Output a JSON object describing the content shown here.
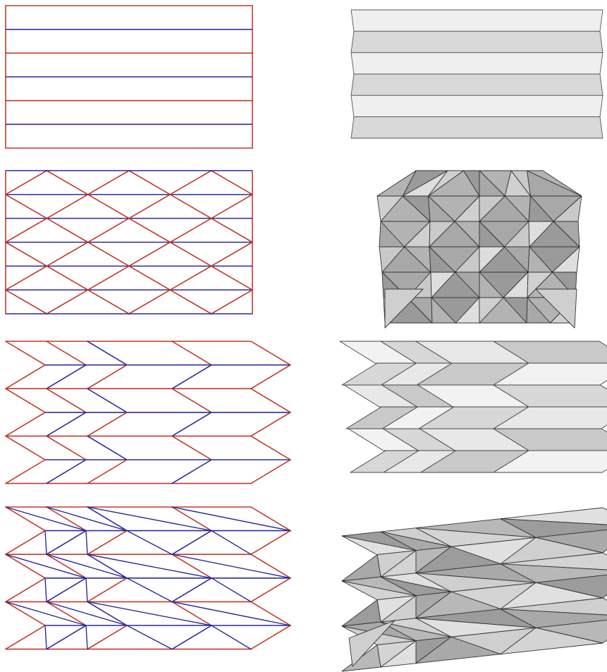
{
  "colors": {
    "mountain": "#c0392b",
    "valley": "#2a2a9e",
    "outline": "#555555",
    "background": "#ffffff"
  },
  "rows": [
    {
      "crease_pattern": "parallel-pleat",
      "folded_shape": "pleated-sheet"
    },
    {
      "crease_pattern": "diamond-grid",
      "folded_shape": "diamond-cylinder"
    },
    {
      "crease_pattern": "chevron-herringbone",
      "folded_shape": "folded-herringbone"
    },
    {
      "crease_pattern": "triangulated-chevron",
      "folded_shape": "curved-triangulated-herringbone"
    }
  ]
}
